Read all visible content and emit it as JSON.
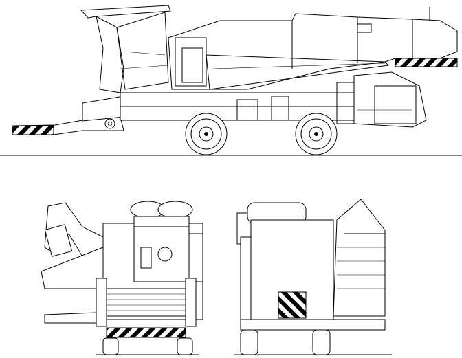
{
  "drawing": {
    "views": [
      {
        "id": "side-view"
      },
      {
        "id": "front-view"
      },
      {
        "id": "rear-view"
      }
    ],
    "colors": {
      "line": "#000000",
      "background": "#ffffff",
      "hazard_stripe": "#000000"
    }
  }
}
